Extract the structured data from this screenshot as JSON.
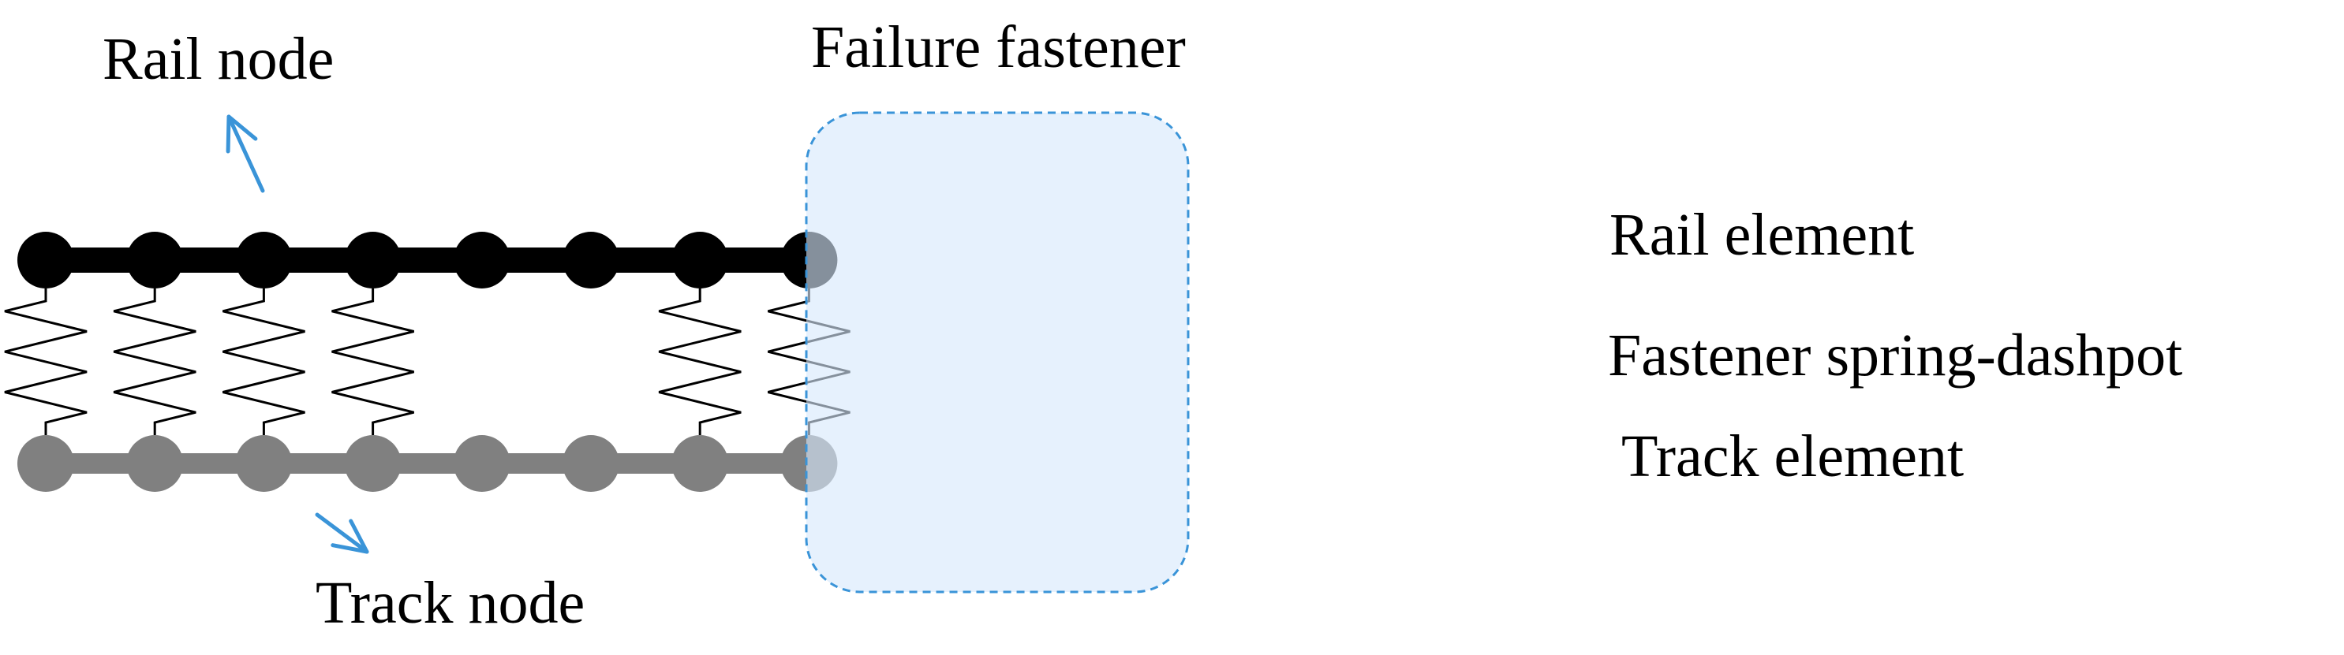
{
  "labels": {
    "rail_node": "Rail node",
    "track_node": "Track node",
    "failure_fastener": "Failure fastener",
    "rail_element": "Rail element",
    "fastener_spring_dashpot": "Fastener spring-dashpot",
    "track_element": "Track element"
  },
  "nodes_per_row": 8,
  "failed_node_indices": [
    4,
    5
  ],
  "colors": {
    "rail": "#000000",
    "track": "#808080",
    "failure_region_fill": "#d6e8fb",
    "failure_region_stroke": "#3a94d8",
    "pointer_arrow": "#3a94d8",
    "spring": "#000000"
  }
}
